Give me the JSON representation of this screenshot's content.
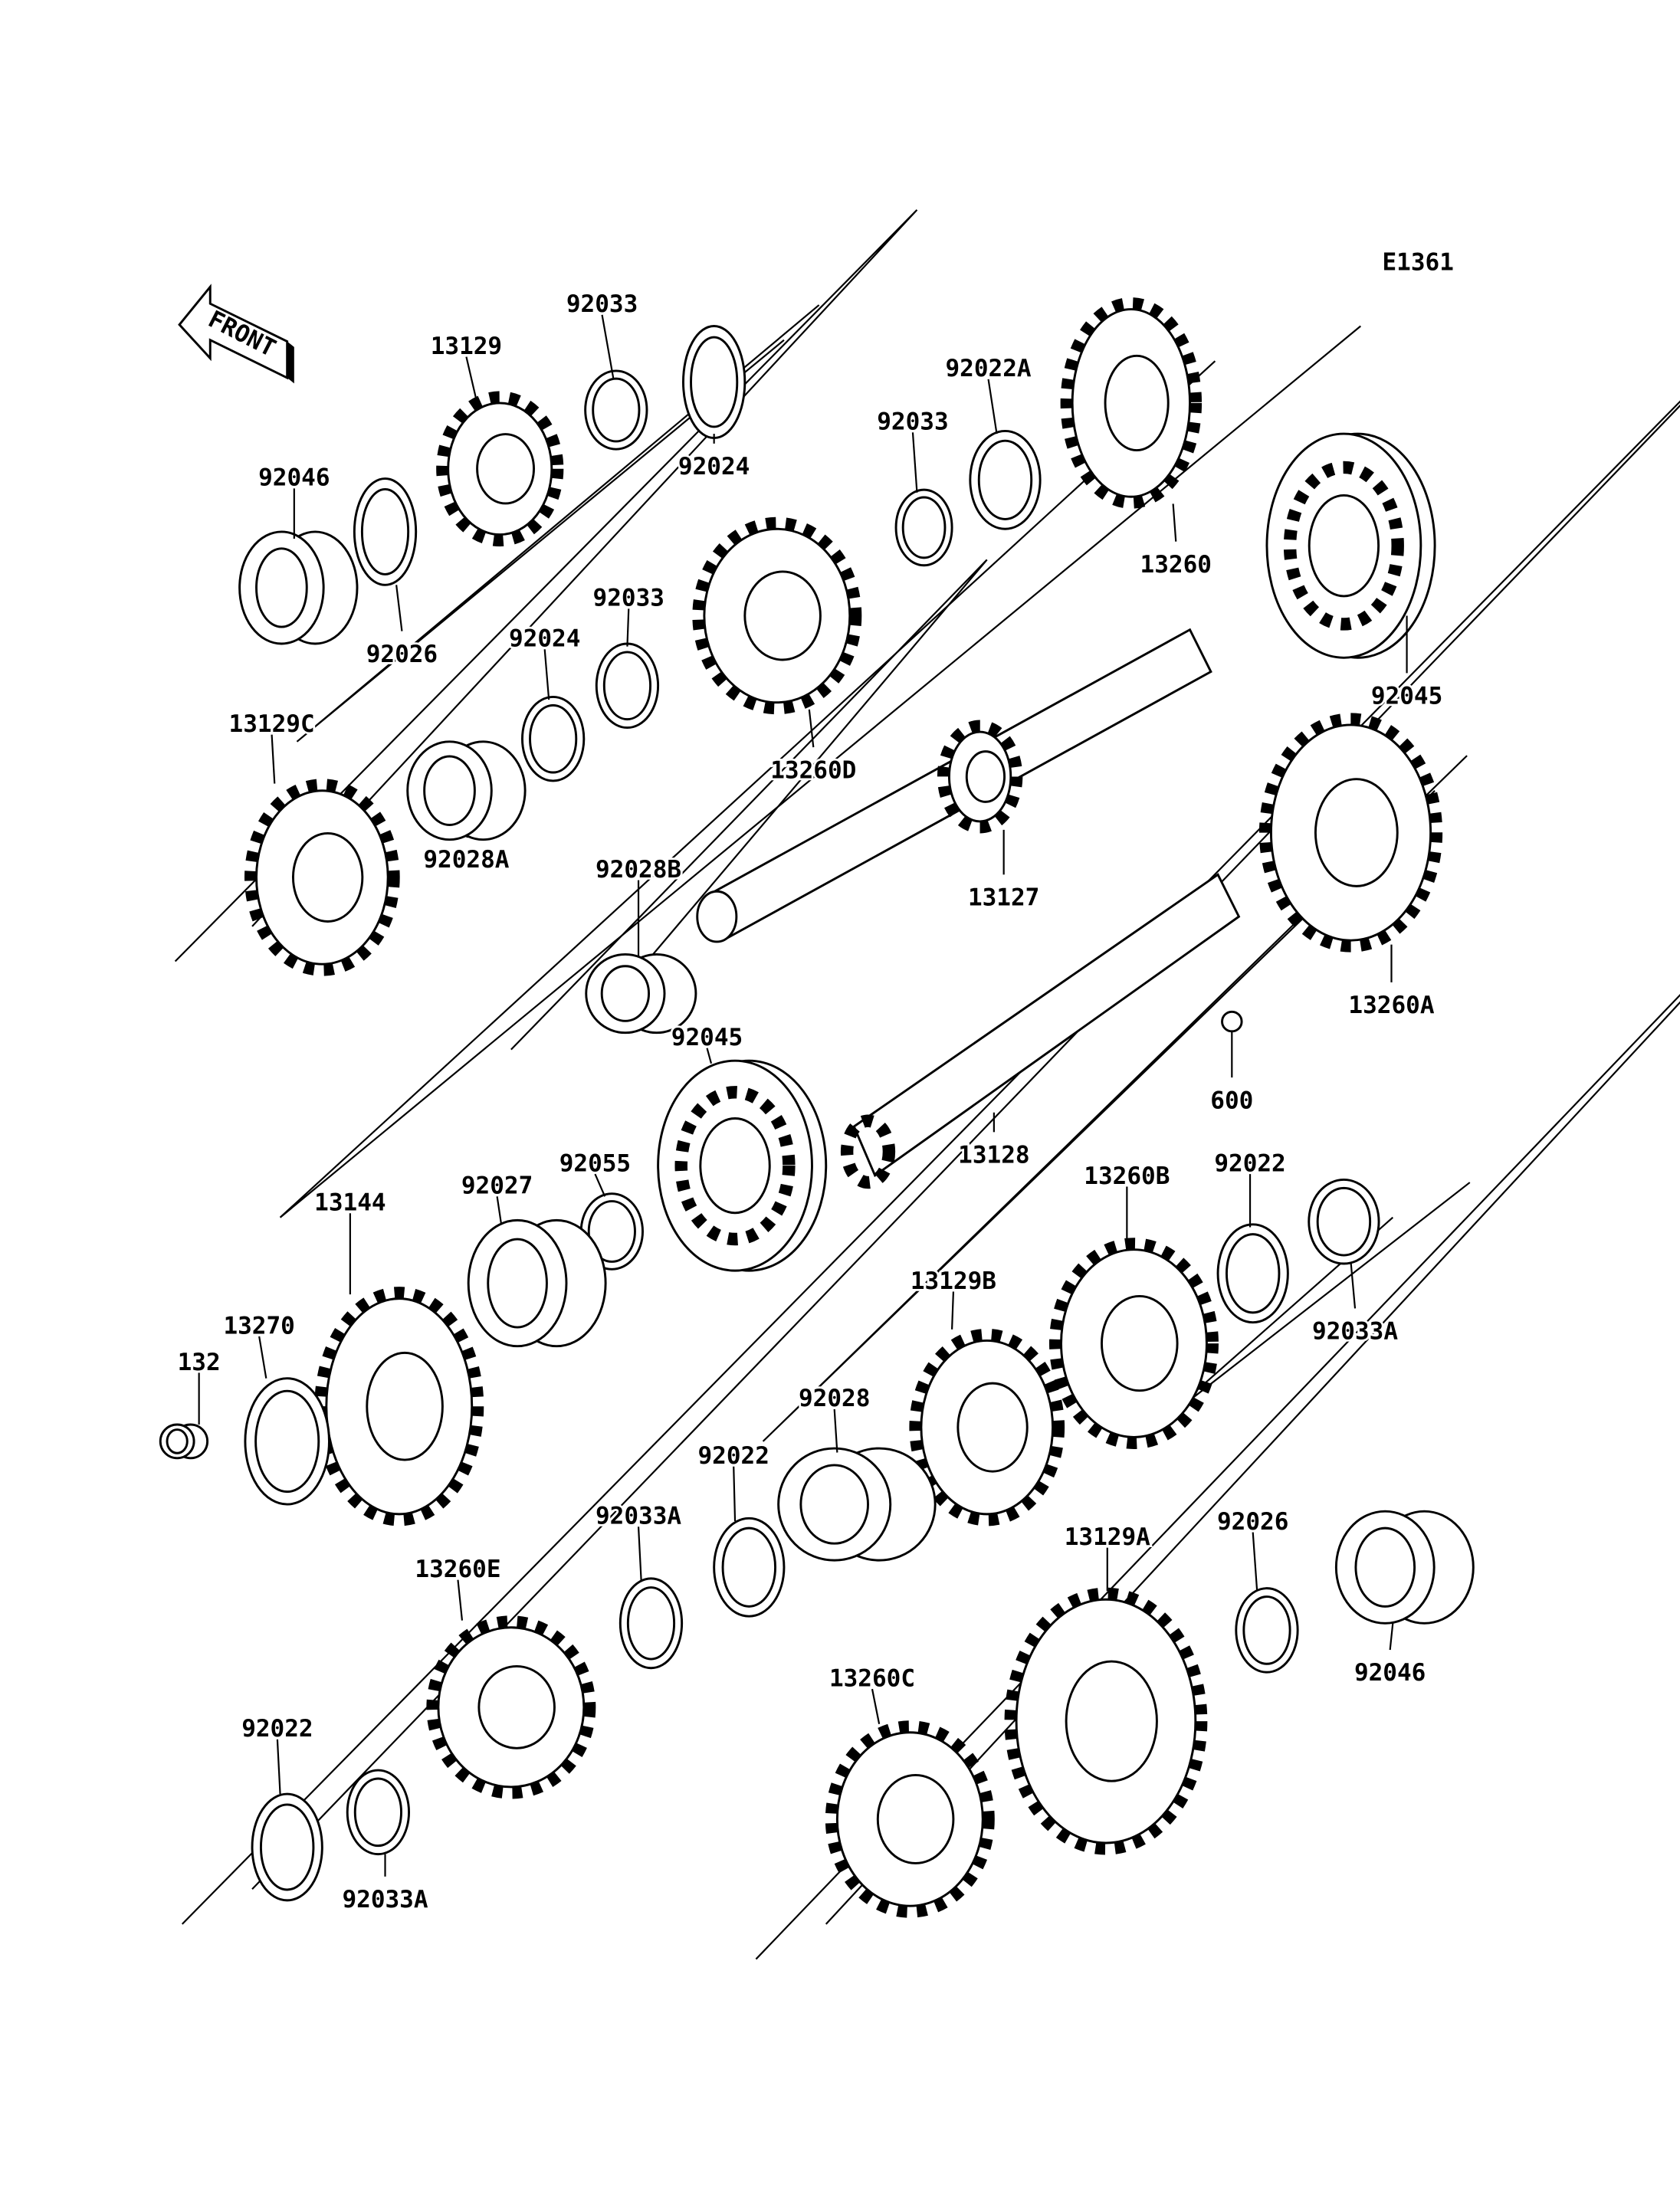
{
  "diagram_code": "E1361",
  "front_label": "FRONT",
  "callouts": [
    "92033",
    "13129",
    "92024",
    "92022A",
    "92033",
    "13260",
    "92046",
    "92026",
    "92033",
    "92024",
    "13260D",
    "92045",
    "13129C",
    "92028A",
    "13127",
    "92028B",
    "13260A",
    "92045",
    "600",
    "13128",
    "92055",
    "92027",
    "13144",
    "13260B",
    "92022",
    "92033A",
    "13129B",
    "13270",
    "132",
    "92028",
    "92022",
    "92033A",
    "13129A",
    "92026",
    "92046",
    "13260E",
    "13260C",
    "92022",
    "92033A"
  ]
}
